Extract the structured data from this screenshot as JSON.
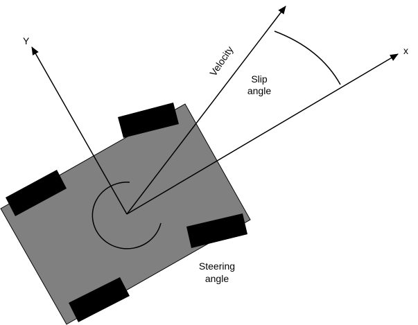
{
  "colors": {
    "background": "#ffffff",
    "car_body": "#808080",
    "wheel": "#000000",
    "stroke": "#000000"
  },
  "labels": {
    "y_axis": "Y",
    "x_axis": "x",
    "velocity": "Velocity",
    "slip_angle_line1": "Slip",
    "slip_angle_line2": "angle",
    "steering_angle_line1": "Steering",
    "steering_angle_line2": "angle"
  }
}
